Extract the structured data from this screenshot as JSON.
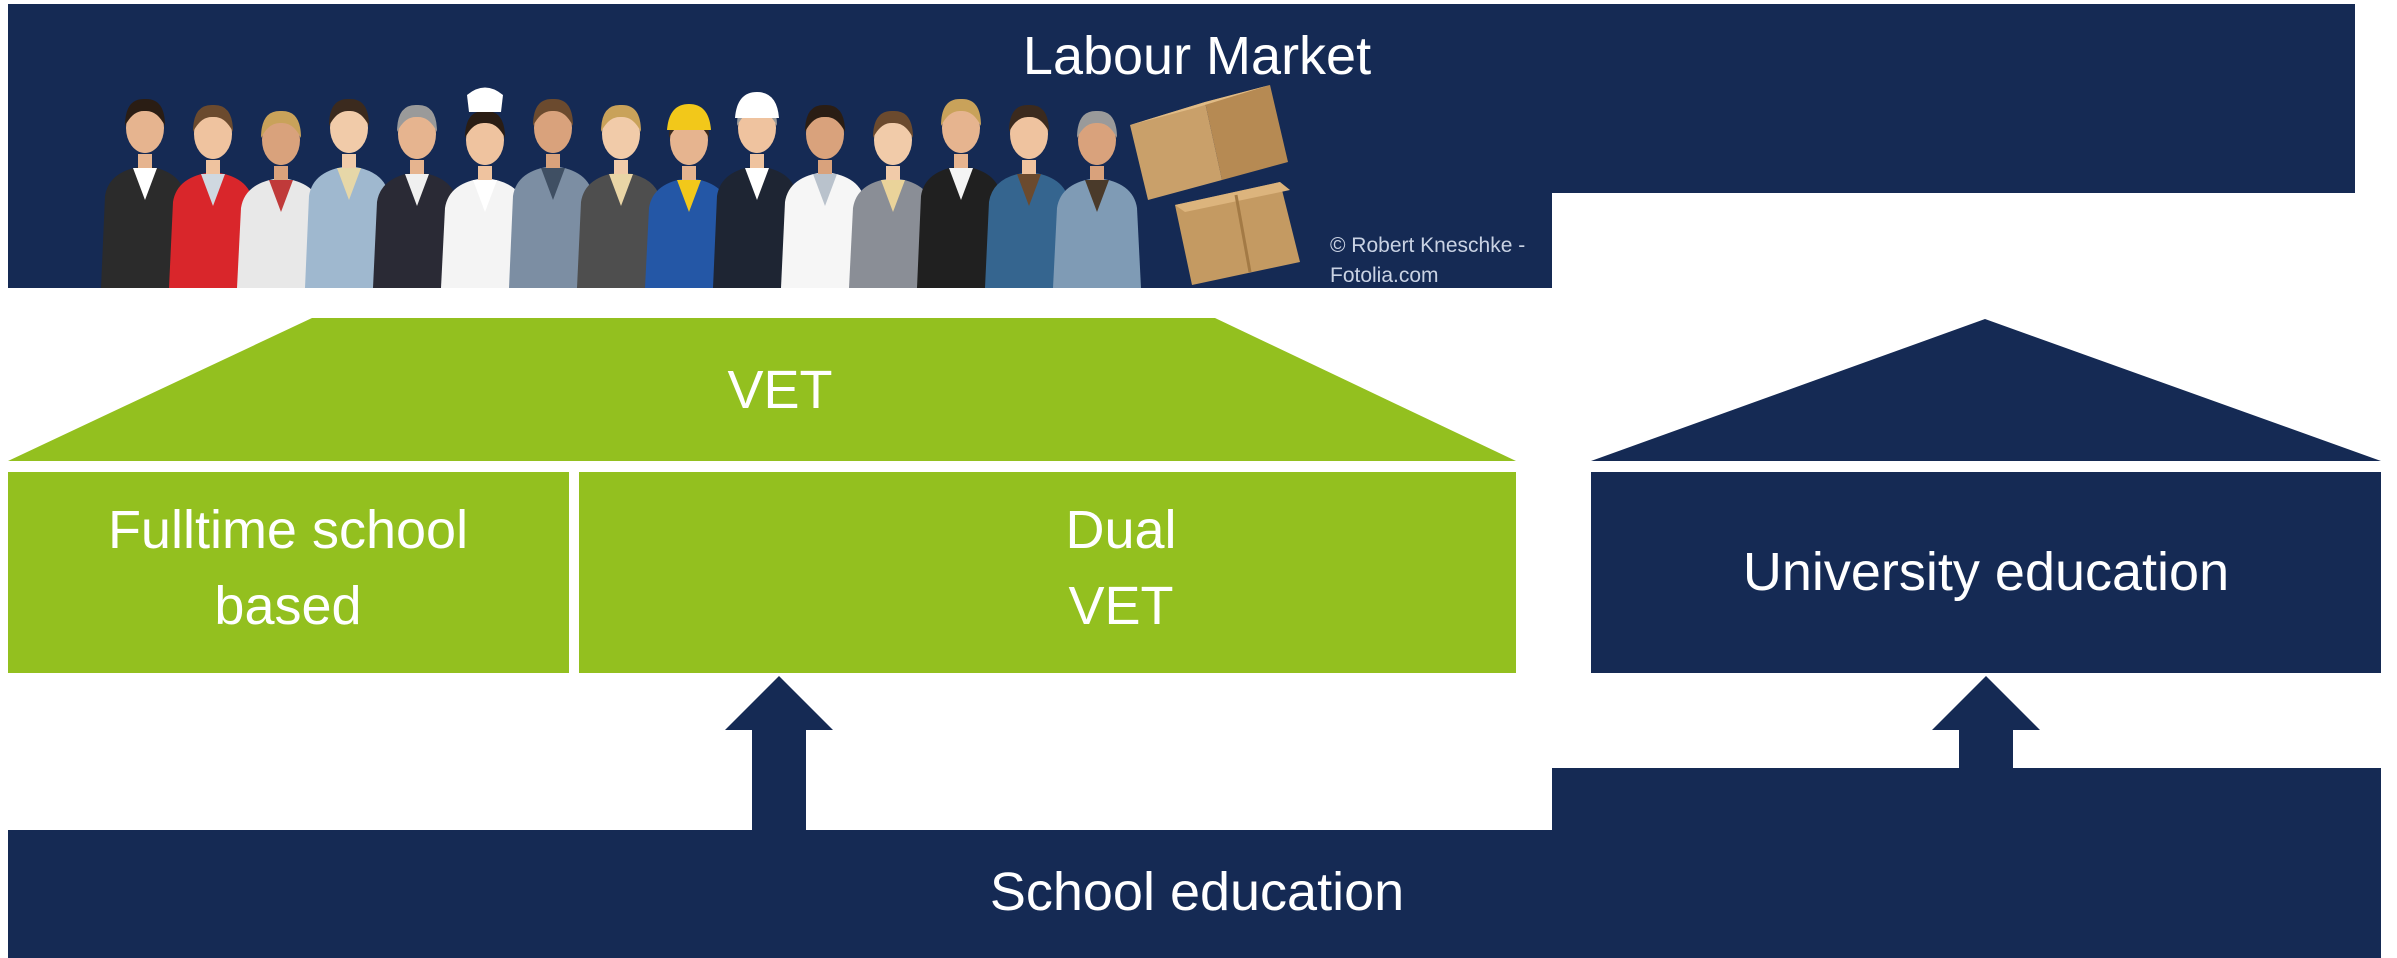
{
  "labour_market": {
    "title": "Labour Market",
    "photo_credit_line1": "© Robert Kneschke -",
    "photo_credit_line2": "Fotolia.com"
  },
  "vet": {
    "roof_label": "VET",
    "fulltime_line1": "Fulltime school",
    "fulltime_line2": "based",
    "dual_line1": "Dual",
    "dual_line2": "VET"
  },
  "university": {
    "label": "University education"
  },
  "school": {
    "label": "School education"
  },
  "colors": {
    "navy": "#152a54",
    "green": "#93c01f",
    "white": "#ffffff"
  },
  "people_photo": {
    "people": [
      {
        "shirt": "#2b2b2b",
        "accent": "#ffffff"
      },
      {
        "shirt": "#d9262b",
        "accent": "#cfd8e0"
      },
      {
        "shirt": "#e8e8e8",
        "accent": "#c03a3a"
      },
      {
        "shirt": "#9fb8cf",
        "accent": "#e6d7a8"
      },
      {
        "shirt": "#2a2a35",
        "accent": "#f0f0f0"
      },
      {
        "shirt": "#f4f4f4",
        "accent": "#ffffff"
      },
      {
        "shirt": "#7c8ea3",
        "accent": "#3f4f63"
      },
      {
        "shirt": "#4e4e4e",
        "accent": "#e9d5a6"
      },
      {
        "shirt": "#2457a6",
        "accent": "#f2c81a"
      },
      {
        "shirt": "#1e2533",
        "accent": "#ffffff"
      },
      {
        "shirt": "#f6f6f6",
        "accent": "#b9c2cc"
      },
      {
        "shirt": "#8a8e96",
        "accent": "#ead39a"
      },
      {
        "shirt": "#202020",
        "accent": "#f4f4f4"
      },
      {
        "shirt": "#35658f",
        "accent": "#6b4a2e"
      },
      {
        "shirt": "#7f9bb5",
        "accent": "#4a3a2a"
      }
    ]
  }
}
